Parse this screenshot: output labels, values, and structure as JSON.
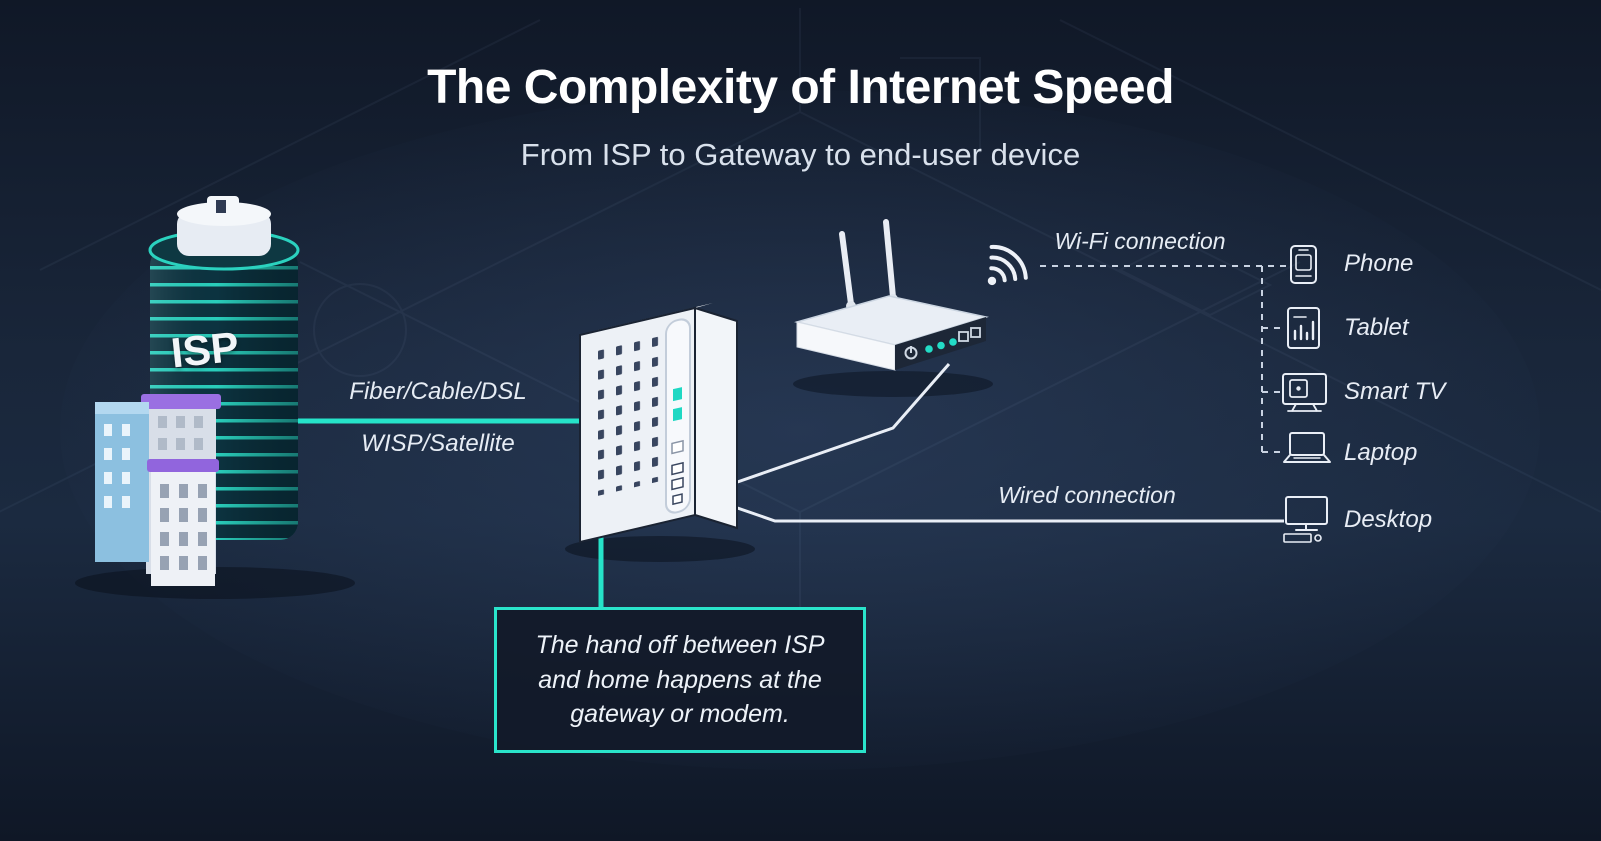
{
  "title": "The Complexity of Internet Speed",
  "subtitle": "From ISP to Gateway to end-user device",
  "isp": {
    "label": "ISP",
    "icon": "isp-building-icon"
  },
  "isp_link": {
    "line1": "Fiber/Cable/DSL",
    "line2": "WISP/Satellite"
  },
  "gateway": {
    "icon": "modem-gateway-icon"
  },
  "router": {
    "icon": "wifi-router-icon",
    "signal_icon": "wifi-signal-icon"
  },
  "wifi": {
    "label": "Wi-Fi connection",
    "line_style": "dashed"
  },
  "wired": {
    "label": "Wired connection",
    "line_style": "solid"
  },
  "devices": [
    {
      "label": "Phone",
      "icon": "phone-icon",
      "connection": "wifi"
    },
    {
      "label": "Tablet",
      "icon": "tablet-icon",
      "connection": "wifi"
    },
    {
      "label": "Smart TV",
      "icon": "smart-tv-icon",
      "connection": "wifi"
    },
    {
      "label": "Laptop",
      "icon": "laptop-icon",
      "connection": "wifi"
    },
    {
      "label": "Desktop",
      "icon": "desktop-icon",
      "connection": "wired"
    }
  ],
  "callout": {
    "text": "The hand off between ISP and home happens at the gateway or modem."
  },
  "colors": {
    "accent": "#26e3c9",
    "background": "#131c2c",
    "text": "#ffffff",
    "purple": "#9a6fe2",
    "light_blue": "#8cc0e0",
    "dark_panel": "#1d2737"
  }
}
